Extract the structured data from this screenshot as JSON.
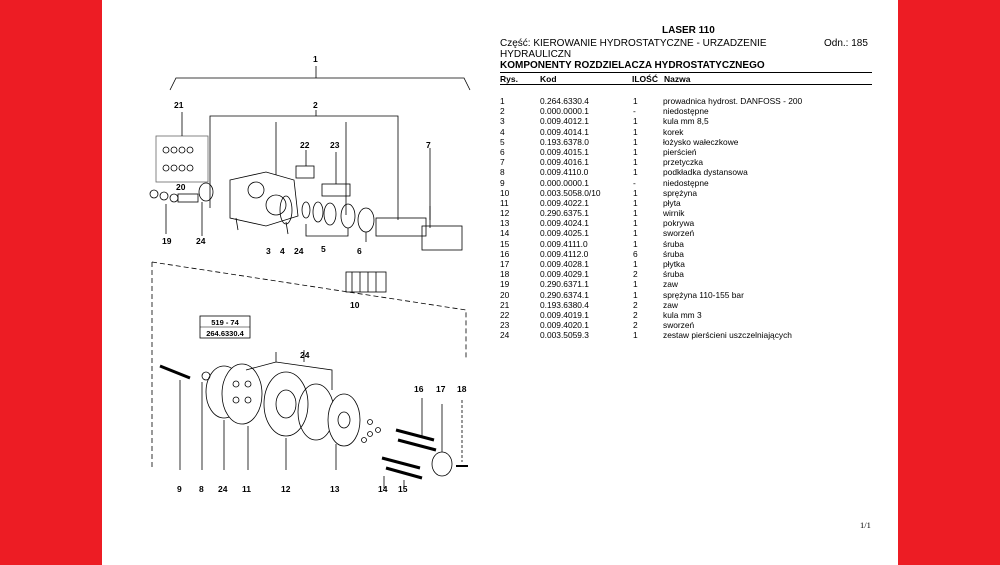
{
  "doc": {
    "title": "LASER 110",
    "part": "Część: KIEROWANIE HYDROSTATYCZNE - URZADZENIE HYDRAULICZN",
    "order_number": "Odn.: 185",
    "section": "KOMPONENTY ROZDZIELACZA HYDROSTATYCZNEGO",
    "page": "1/1"
  },
  "columns": [
    "Rys.",
    "Kod",
    "ILOŚĆ",
    "Nazwa"
  ],
  "rows": [
    [
      "1",
      "0.264.6330.4",
      "1",
      "prowadnica hydrost. DANFOSS - 200"
    ],
    [
      "2",
      "0.000.0000.1",
      "-",
      "niedostępne"
    ],
    [
      "3",
      "0.009.4012.1",
      "1",
      "kula mm 8,5"
    ],
    [
      "4",
      "0.009.4014.1",
      "1",
      "korek"
    ],
    [
      "5",
      "0.193.6378.0",
      "1",
      "łożysko wałeczkowe"
    ],
    [
      "6",
      "0.009.4015.1",
      "1",
      "pierścień"
    ],
    [
      "7",
      "0.009.4016.1",
      "1",
      "przetyczka"
    ],
    [
      "8",
      "0.009.4110.0",
      "1",
      "podkładka dystansowa"
    ],
    [
      "9",
      "0.000.0000.1",
      "-",
      "niedostępne"
    ],
    [
      "10",
      "0.003.5058.0/10",
      "1",
      "sprężyna"
    ],
    [
      "11",
      "0.009.4022.1",
      "1",
      "płyta"
    ],
    [
      "12",
      "0.290.6375.1",
      "1",
      "wirnik"
    ],
    [
      "13",
      "0.009.4024.1",
      "1",
      "pokrywa"
    ],
    [
      "14",
      "0.009.4025.1",
      "1",
      "sworzeń"
    ],
    [
      "15",
      "0.009.4111.0",
      "1",
      "śruba"
    ],
    [
      "16",
      "0.009.4112.0",
      "6",
      "śruba"
    ],
    [
      "17",
      "0.009.4028.1",
      "1",
      "płytka"
    ],
    [
      "18",
      "0.009.4029.1",
      "2",
      "śruba"
    ],
    [
      "19",
      "0.290.6371.1",
      "1",
      "zaw"
    ],
    [
      "20",
      "0.290.6374.1",
      "1",
      "sprężyna 110-155 bar"
    ],
    [
      "21",
      "0.193.6380.4",
      "2",
      "zaw"
    ],
    [
      "22",
      "0.009.4019.1",
      "2",
      "kula mm 3"
    ],
    [
      "23",
      "0.009.4020.1",
      "2",
      "sworzeń"
    ],
    [
      "24",
      "0.003.5059.3",
      "1",
      "zestaw pierścieni uszczelniających"
    ]
  ],
  "drawing": {
    "boxed_label_1": "519 - 74",
    "boxed_label_2": "264.6330.4",
    "callouts": [
      "1",
      "2",
      "21",
      "20",
      "19",
      "24",
      "22",
      "23",
      "3",
      "4",
      "24",
      "5",
      "6",
      "7",
      "10",
      "24",
      "16",
      "17",
      "18",
      "9",
      "8",
      "24",
      "11",
      "12",
      "13",
      "14",
      "15"
    ]
  }
}
